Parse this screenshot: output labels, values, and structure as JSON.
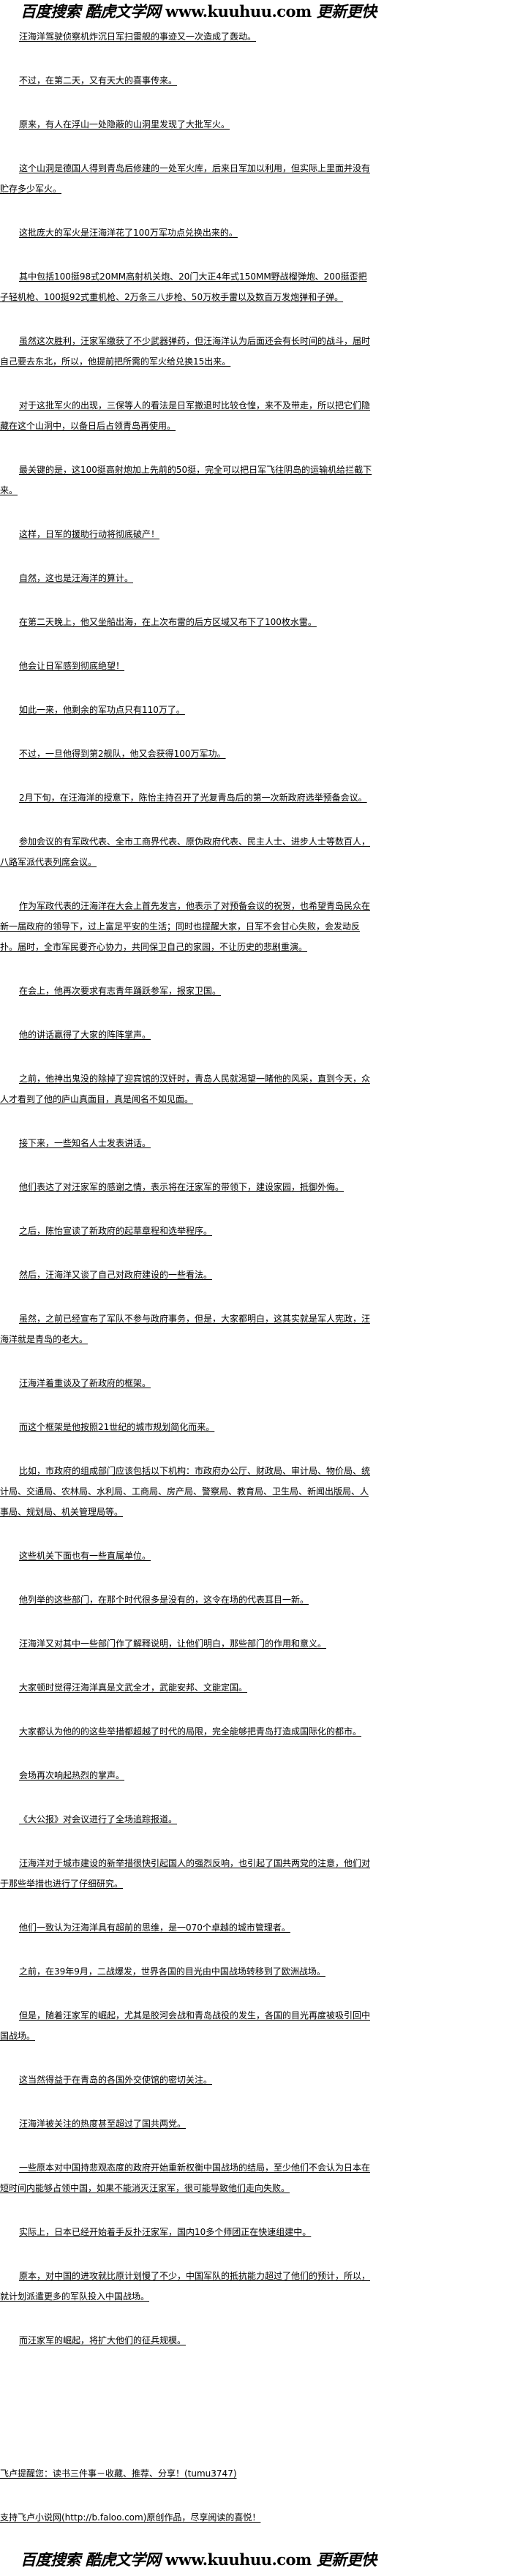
{
  "header_logo": {
    "cn_name": "百度搜索 酷虎文学网",
    "url": "www.kuuhuu.com",
    "slogan": "更新更快"
  },
  "paragraphs": [
    "汪海洋驾驶侦察机炸沉日军扫雷舰的事迹又一次造成了轰动。",
    "不过，在第二天，又有天大的喜事传来。",
    "原来，有人在浮山一处隐蔽的山洞里发现了大批军火。",
    "这个山洞是德国人得到青岛后修建的一处军火库，后来日军加以利用，但实际上里面并没有贮存多少军火。",
    "这批庞大的军火是汪海洋花了100万军功点兑换出来的。",
    "其中包括100挺98式20MM高射机关炮、20门大正4年式150MM野战榴弹炮、200挺歪把子轻机枪、100挺92式重机枪、2万条三八步枪、50万枚手雷以及数百万发炮弹和子弹。",
    "虽然这次胜利，汪家军缴获了不少武器弹药，但汪海洋认为后面还会有长时间的战斗，届时自己要去东北，所以，他提前把所需的军火给兑换15出来。",
    "对于这批军火的出现，三保等人的看法是日军撤退时比较仓惶，来不及带走，所以把它们隐藏在这个山洞中，以备日后占领青岛再使用。",
    "最关键的是，这100挺高射炮加上先前的50挺，完全可以把日军飞往阴岛的运输机给拦截下来。",
    "这样，日军的援助行动将彻底破产！",
    "自然，这也是汪海洋的算计。",
    "在第二天晚上，他又坐船出海，在上次布雷的后方区域又布下了100枚水雷。",
    "他会让日军感到彻底绝望！",
    "如此一来，他剩余的军功点只有110万了。",
    "不过，一旦他得到第2舰队，他又会获得100万军功。",
    "2月下旬，在汪海洋的授意下，陈怡主持召开了光复青岛后的第一次新政府选举预备会议。",
    "参加会议的有军政代表、全市工商界代表、原伪政府代表、民主人士、进步人士等数百人，八路军派代表列席会议。",
    "作为军政代表的汪海洋在大会上首先发言，他表示了对预备会议的祝贺，也希望青岛民众在新一届政府的领导下，过上富足平安的生活；同时也提醒大家，日军不会甘心失败，会发动反扑。届时，全市军民要齐心协力，共同保卫自己的家园，不让历史的悲剧重演。",
    "在会上，他再次要求有志青年踊跃参军，报家卫国。",
    "他的讲话赢得了大家的阵阵掌声。",
    "之前，他神出鬼没的除掉了迎宾馆的汉奸时，青岛人民就渴望一睹他的风采，直到今天，众人才看到了他的庐山真面目，真是闻名不如见面。",
    "接下来，一些知名人士发表讲话。",
    "他们表达了对汪家军的感谢之情，表示将在汪家军的带领下，建设家园，抵御外侮。",
    "之后，陈怡宣读了新政府的起草章程和选举程序。",
    "然后，汪海洋又谈了自己对政府建设的一些看法。",
    "虽然，之前已经宣布了军队不参与政府事务，但是，大家都明白，这其实就是军人宪政，汪海洋就是青岛的老大。",
    "汪海洋着重谈及了新政府的框架。",
    "而这个框架是他按照21世纪的城市规划简化而来。",
    "比如，市政府的组成部门应该包括以下机构：市政府办公厅、财政局、审计局、物价局、统计局、交通局、农林局、水利局、工商局、房产局、警察局、教育局、卫生局、新闻出版局、人事局、规划局、机关管理局等。",
    "这些机关下面也有一些直属单位。",
    "他列举的这些部门，在那个时代很多是没有的，这令在场的代表耳目一新。",
    "汪海洋又对其中一些部门作了解释说明，让他们明白，那些部门的作用和意义。",
    "大家顿时觉得汪海洋真是文武全才，武能安邦、文能定国。",
    "大家都认为他的的这些举措都超越了时代的局限，完全能够把青岛打造成国际化的都市。",
    "会场再次响起热烈的掌声。",
    "《大公报》对会议进行了全场追踪报道。",
    "汪海洋对于城市建设的新举措很快引起国人的强烈反响，也引起了国共两党的注意，他们对于那些举措也进行了仔细研究。",
    "他们一致认为汪海洋具有超前的思维，是一070个卓越的城市管理者。",
    "之前，在39年9月，二战爆发，世界各国的目光由中国战场转移到了欧洲战场。",
    "但是，随着汪家军的崛起，尤其是胶河会战和青岛战役的发生，各国的目光再度被吸引回中国战场。",
    "这当然得益于在青岛的各国外交使馆的密切关注。",
    "汪海洋被关注的热度甚至超过了国共两党。",
    "一些原本对中国持悲观态度的政府开始重新权衡中国战场的结局，至少他们不会认为日本在短时间内能够占领中国，如果不能消灭汪家军，很可能导致他们走向失败。",
    "实际上，日本已经开始着手反扑汪家军，国内10多个师团正在快速组建中。",
    "原本，对中国的进攻就比原计划慢了不少，中国军队的抵抗能力超过了他们的预计，所以，就计划派遣更多的军队投入中国战场。",
    "而汪家军的崛起，将扩大他们的征兵规模。"
  ],
  "footer": {
    "reminder": "飞卢提醒您：读书三件事－收藏、推荐、分享！(tumu3747)",
    "support": "支持飞卢小说网(http://b.faloo.com)原创作品，尽享阅读的喜悦！"
  }
}
